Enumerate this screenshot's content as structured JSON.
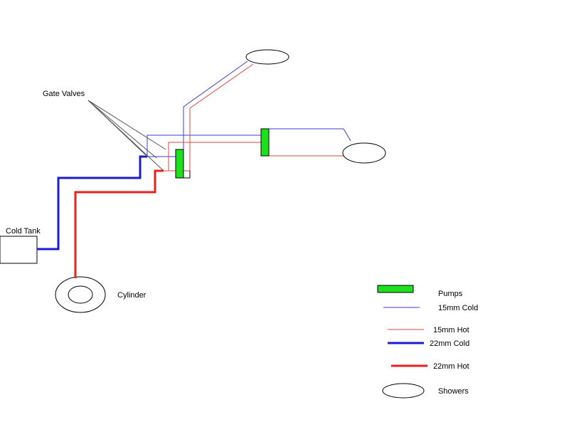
{
  "colors": {
    "hot": "#e8211c",
    "cold": "#1b1bd0",
    "thin_cold": "#3b3bd8",
    "thin_hot": "#e0453f",
    "pump": "#1ee01e",
    "stroke": "#000000",
    "pointer": "#555555"
  },
  "labels": {
    "gate_valves": "Gate Valves",
    "cold_tank": "Cold Tank",
    "cylinder": "Cylinder"
  },
  "legend": {
    "pumps": "Pumps",
    "cold_15": "15mm Cold",
    "hot_15": "15mm Hot",
    "cold_22": "22mm Cold",
    "hot_22": "22mm Hot",
    "showers": "Showers"
  }
}
